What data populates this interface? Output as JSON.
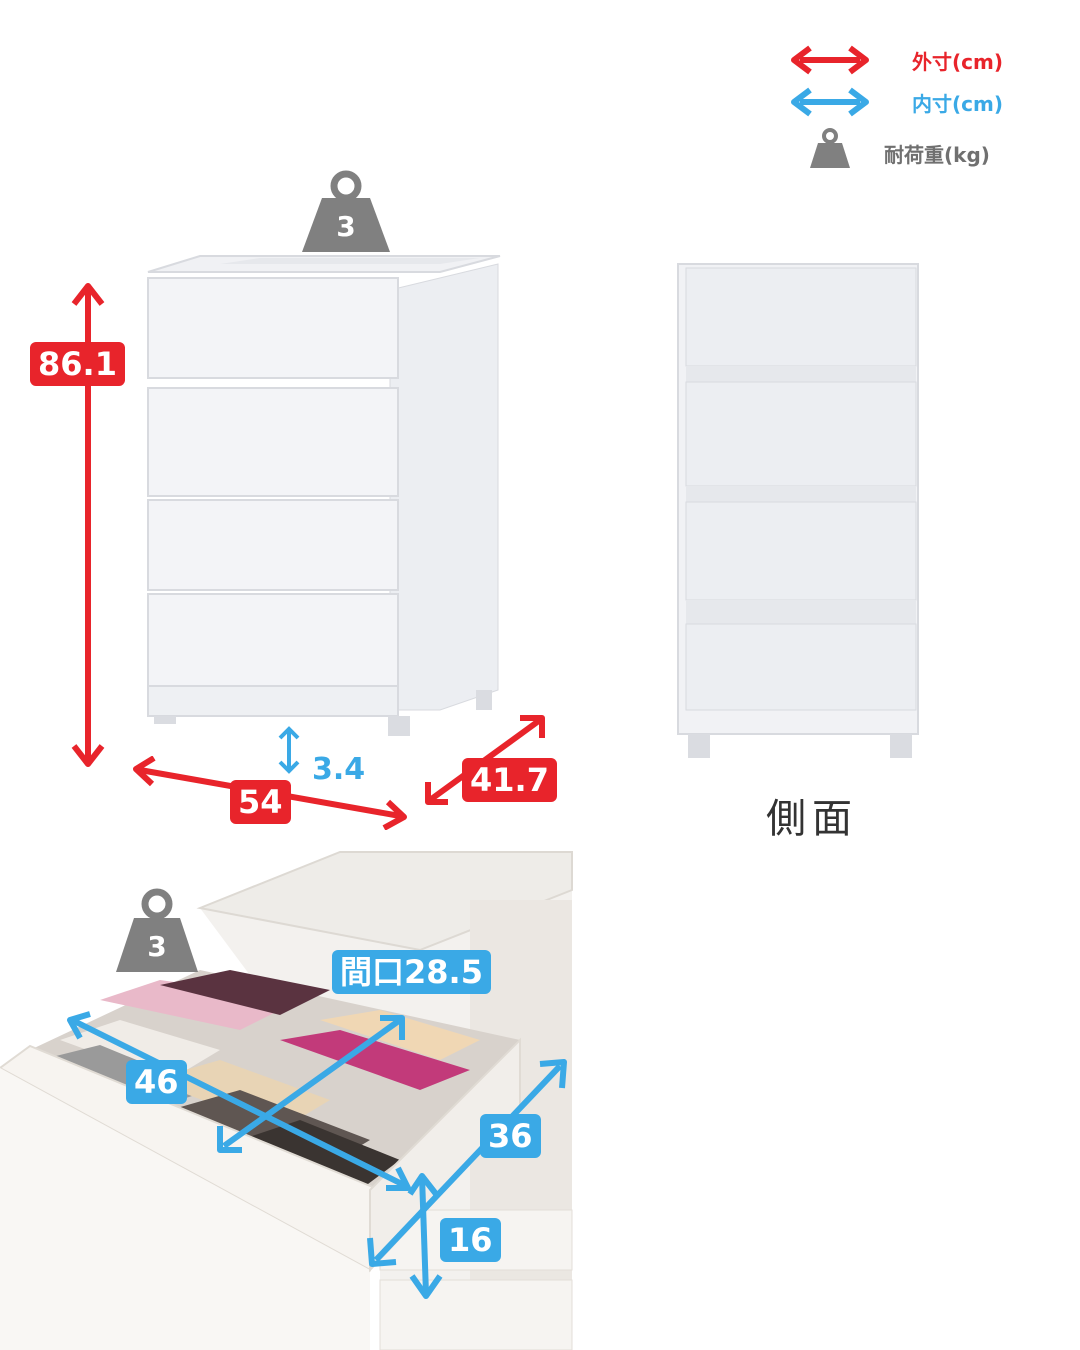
{
  "legend": {
    "outer": {
      "label": "外寸(cm)",
      "color": "#e8242b"
    },
    "inner": {
      "label": "内寸(cm)",
      "color": "#3aa9e6"
    },
    "load": {
      "label": "耐荷重(kg)",
      "color": "#808080"
    }
  },
  "front_view": {
    "top_load": "3",
    "height": "86.1",
    "width": "54",
    "depth": "41.7",
    "clearance": "3.4"
  },
  "side_view": {
    "caption": "側面"
  },
  "drawer_view": {
    "load": "3",
    "opening": "間口28.5",
    "inner_width": "46",
    "inner_depth": "36",
    "inner_height": "16"
  },
  "colors": {
    "red": "#e8242b",
    "blue": "#3aa9e6",
    "gray": "#808080"
  },
  "icons": [
    "double-arrow-red-icon",
    "double-arrow-blue-icon",
    "weight-icon"
  ]
}
